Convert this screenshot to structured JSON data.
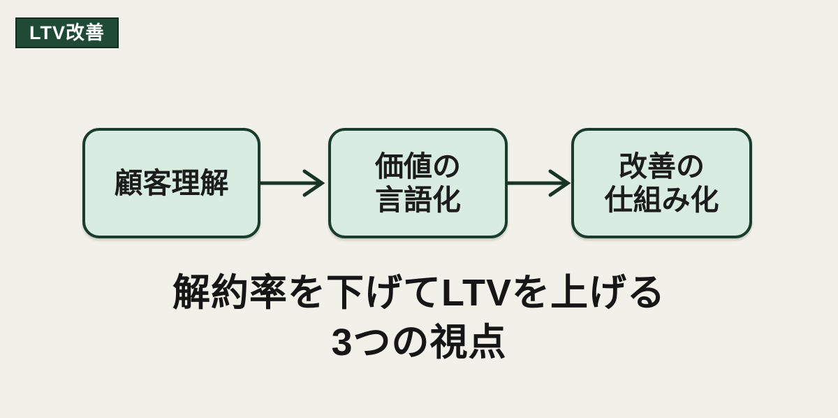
{
  "badge": {
    "label": "LTV改善"
  },
  "flow": {
    "steps": [
      {
        "name": "customer-understanding",
        "lines": [
          "顧客理解"
        ]
      },
      {
        "name": "verbalizing-value",
        "lines": [
          "価値の",
          "言語化"
        ]
      },
      {
        "name": "systematizing-improvement",
        "lines": [
          "改善の",
          "仕組み化"
        ]
      }
    ],
    "connector_icon": "arrow-right-icon"
  },
  "title": {
    "line1": "解約率を下げてLTVを上げる",
    "line2": "3つの視点"
  },
  "colors": {
    "background": "#f2f1e9",
    "badge_bg": "#1e4a36",
    "badge_border": "#132e21",
    "badge_text": "#ffffff",
    "box_fill": "#d9ece2",
    "box_border": "#1a3c2d",
    "box_text": "#1c1c1c",
    "arrow": "#163527",
    "title_text": "#161616"
  }
}
